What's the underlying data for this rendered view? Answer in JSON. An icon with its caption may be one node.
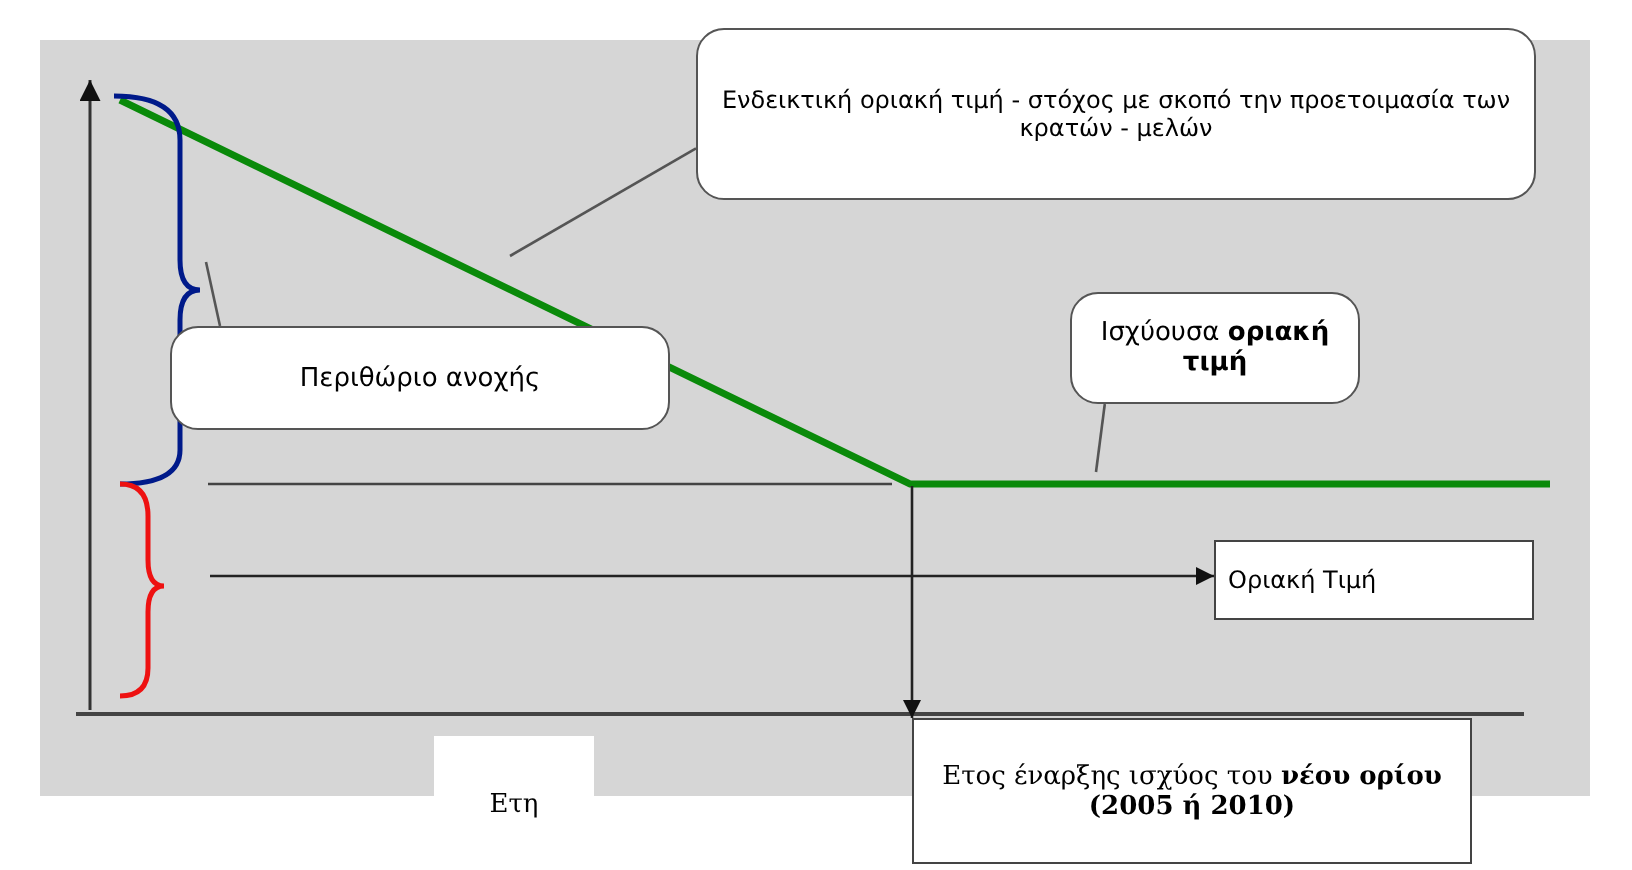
{
  "diagram": {
    "nodes": [
      {
        "text": [
          "Ενδεικτική οριακή τιμή - στόχος με σκοπό την προετοιμασία των κρατών - μελών"
        ]
      },
      {
        "text": [
          "Ισχύουσα **οριακή τιμή**"
        ]
      },
      {
        "text": [],
        "shape": "bracket"
      },
      {
        "text": [
          "Περιθώριο ανοχής"
        ]
      },
      {
        "text": [],
        "shape": "bracket"
      },
      {
        "text": [
          "Οριακή Τιμή"
        ]
      },
      {
        "text": [
          "Ετη"
        ]
      },
      {
        "text": [
          "Ετος έναρξης ισχύος του **νέου ορίου (2005 ή 2010)**"
        ]
      }
    ],
    "edges": [
      {
        "from": 0,
        "to": null,
        "arrow": "none"
      },
      {
        "from": 1,
        "to": null,
        "arrow": "none"
      },
      {
        "from": 3,
        "to": 2,
        "arrow": "none"
      },
      {
        "from": 4,
        "to": 5,
        "arrow": "to"
      },
      {
        "from": null,
        "to": 7,
        "arrow": "to"
      }
    ]
  }
}
